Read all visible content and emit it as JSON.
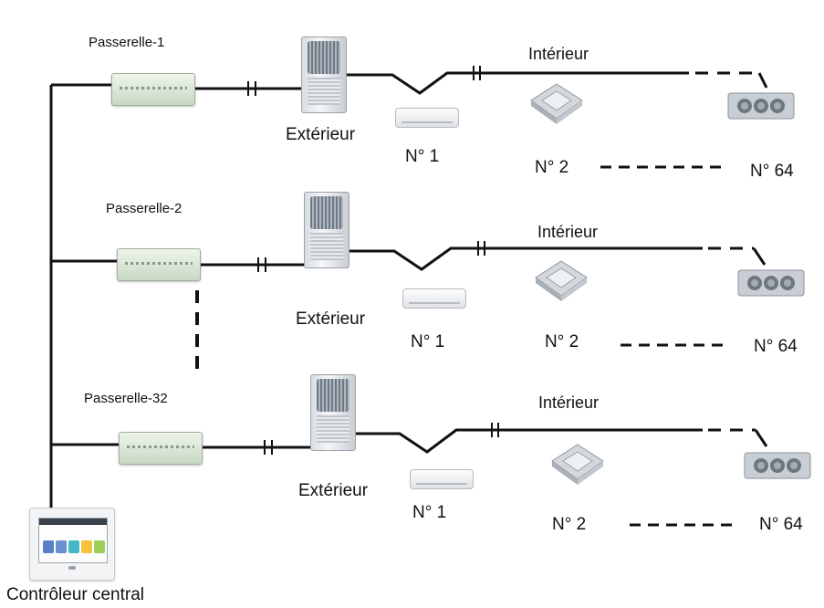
{
  "rows": [
    {
      "gateway": "Passerelle-1",
      "outdoor": "Extérieur",
      "indoor": "Intérieur",
      "unit_a": "N° 1",
      "unit_b": "N° 2",
      "unit_c": "N° 64"
    },
    {
      "gateway": "Passerelle-2",
      "outdoor": "Extérieur",
      "indoor": "Intérieur",
      "unit_a": "N° 1",
      "unit_b": "N° 2",
      "unit_c": "N° 64"
    },
    {
      "gateway": "Passerelle-32",
      "outdoor": "Extérieur",
      "indoor": "Intérieur",
      "unit_a": "N° 1",
      "unit_b": "N° 2",
      "unit_c": "N° 64"
    }
  ],
  "controller": {
    "label": "Contrôleur central"
  },
  "colors": {
    "line": "#111111",
    "gateway": "#c8d8c4",
    "tiles": [
      "#5b7fc7",
      "#6a8fd0",
      "#44b7c9",
      "#f2c33b",
      "#9bcf5a"
    ]
  }
}
